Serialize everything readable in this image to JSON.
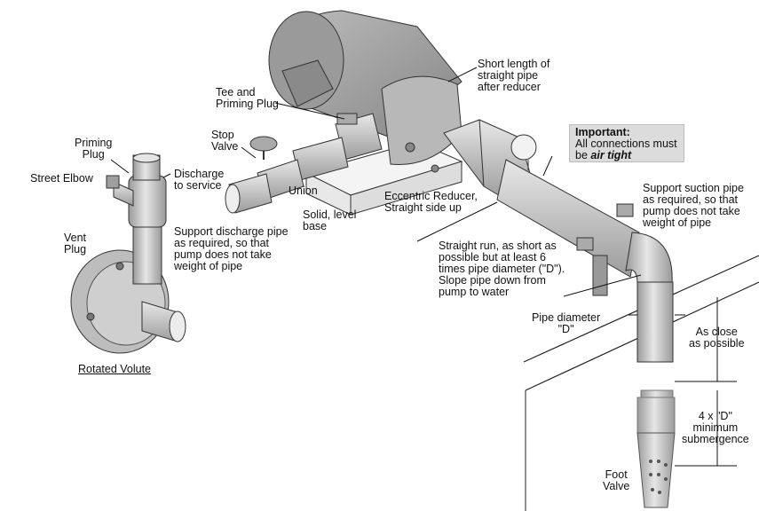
{
  "labels": {
    "priming_plug": "Priming\nPlug",
    "street_elbow": "Street Elbow",
    "vent_plug": "Vent\nPlug",
    "rotated_volute": "Rotated Volute",
    "discharge_to_service": "Discharge\nto service",
    "support_discharge": "Support discharge pipe\nas required, so that\npump does not take\nweight of pipe",
    "tee_priming_plug": "Tee and\nPriming Plug",
    "stop_valve": "Stop\nValve",
    "union": "Union",
    "solid_base": "Solid, level\nbase",
    "eccentric_reducer": "Eccentric Reducer,\nStraight side up",
    "short_length": "Short length of\nstraight pipe\nafter reducer",
    "straight_run": "Straight run, as short as\npossible but at least 6\ntimes pipe diameter (\"D\").\nSlope pipe down from\npump to water",
    "pipe_diameter": "Pipe diameter\n\"D\"",
    "support_suction": "Support suction pipe\nas required, so that\npump does not take\nweight of pipe",
    "as_close": "As close\nas possible",
    "submergence": "4 x \"D\"\nminimum\nsubmergence",
    "foot_valve": "Foot\nValve"
  },
  "important": {
    "heading": "Important:",
    "line1": "All connections must",
    "line2_prefix": "be ",
    "line2_emphasis": "air tight"
  },
  "colors": {
    "metal": "#c9c9c9",
    "metal_dark": "#8f8f8f",
    "motor": "#a8a8a8",
    "note_bg": "#dcdcdc",
    "water_line": "#222222"
  }
}
